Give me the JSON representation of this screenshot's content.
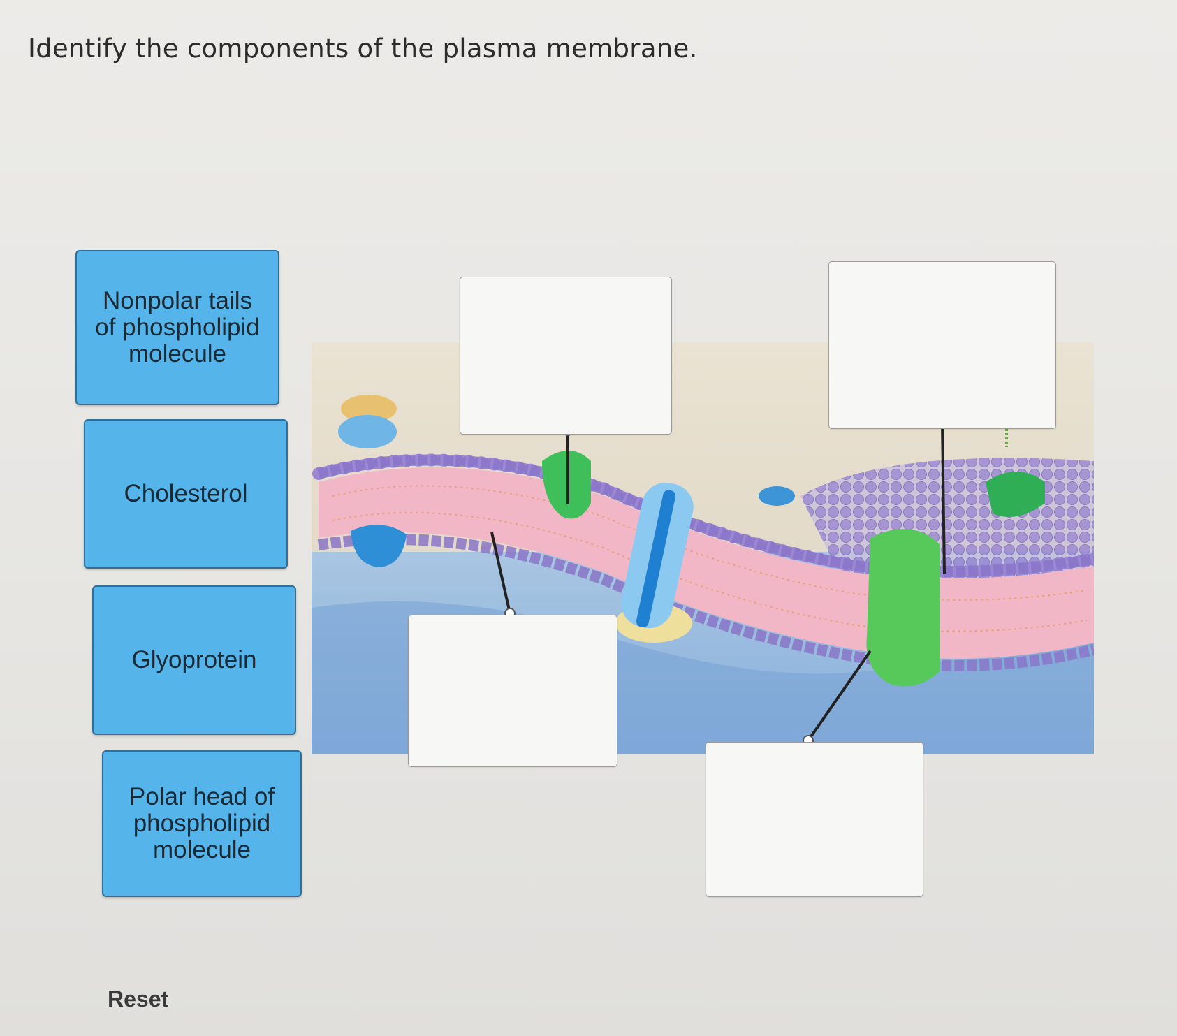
{
  "question": "Identify the components of the plasma membrane.",
  "labels": [
    {
      "text": "Nonpolar tails\nof phospholipid\nmolecule"
    },
    {
      "text": "Cholesterol"
    },
    {
      "text": "Glyoprotein"
    },
    {
      "text": "Polar head of\nphospholipid\nmolecule"
    }
  ],
  "reset_label": "Reset",
  "colors": {
    "tile": "#55b4ea",
    "membrane_head": "#9a86d6",
    "membrane_core": "#f1b5c4",
    "protein_green": "#3fbf5a",
    "protein_blue": "#3aa0e0"
  }
}
